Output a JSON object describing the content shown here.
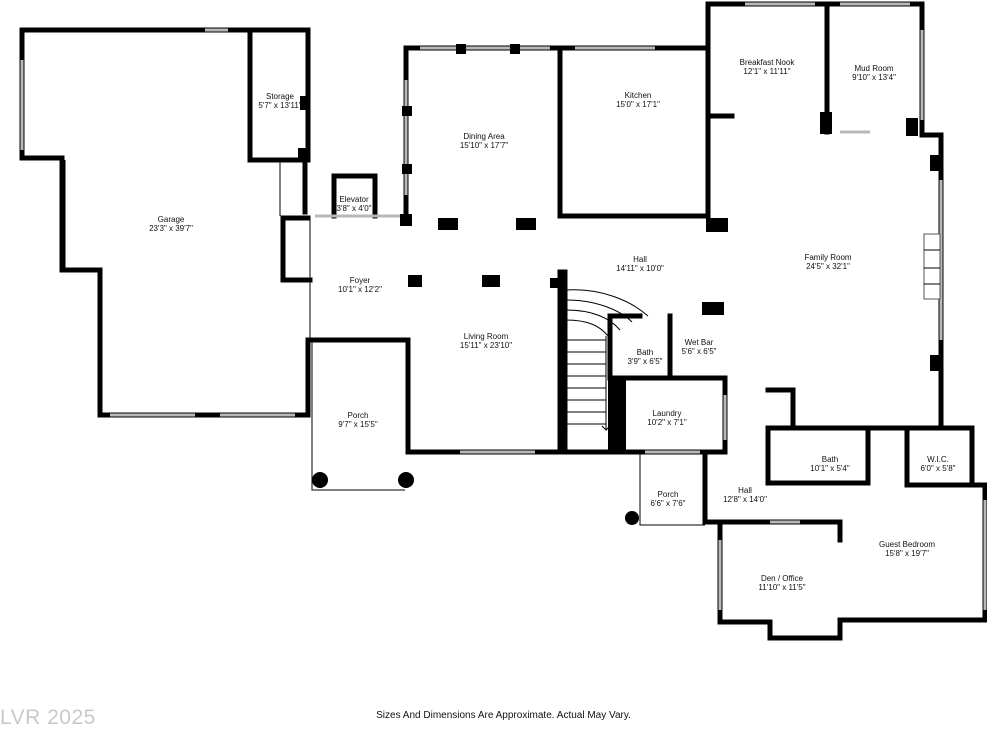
{
  "watermark": "LVR 2025",
  "disclaimer": "Sizes And Dimensions Are Approximate. Actual May Vary.",
  "rooms": [
    {
      "id": "garage",
      "name": "Garage",
      "dims": "23'3\" x 39'7\""
    },
    {
      "id": "storage",
      "name": "Storage",
      "dims": "5'7\" x 13'11\""
    },
    {
      "id": "elevator",
      "name": "Elevator",
      "dims": "3'8\" x 4'0\""
    },
    {
      "id": "dining-area",
      "name": "Dining Area",
      "dims": "15'10\" x 17'7\""
    },
    {
      "id": "kitchen",
      "name": "Kitchen",
      "dims": "15'0\" x 17'1\""
    },
    {
      "id": "breakfast-nook",
      "name": "Breakfast Nook",
      "dims": "12'1\" x 11'11\""
    },
    {
      "id": "mud-room",
      "name": "Mud Room",
      "dims": "9'10\" x 13'4\""
    },
    {
      "id": "foyer",
      "name": "Foyer",
      "dims": "10'1\" x 12'2\""
    },
    {
      "id": "hall-main",
      "name": "Hall",
      "dims": "14'11\" x 10'0\""
    },
    {
      "id": "family-room",
      "name": "Family Room",
      "dims": "24'5\" x 32'1\""
    },
    {
      "id": "living-room",
      "name": "Living Room",
      "dims": "15'11\" x 23'10\""
    },
    {
      "id": "bath-small",
      "name": "Bath",
      "dims": "3'9\" x 6'5\""
    },
    {
      "id": "wet-bar",
      "name": "Wet Bar",
      "dims": "5'6\" x 6'5\""
    },
    {
      "id": "porch-front",
      "name": "Porch",
      "dims": "9'7\" x 15'5\""
    },
    {
      "id": "laundry",
      "name": "Laundry",
      "dims": "10'2\" x 7'1\""
    },
    {
      "id": "bath-guest",
      "name": "Bath",
      "dims": "10'1\" x 5'4\""
    },
    {
      "id": "wic",
      "name": "W.I.C.",
      "dims": "6'0\" x 5'8\""
    },
    {
      "id": "porch-side",
      "name": "Porch",
      "dims": "6'6\" x 7'6\""
    },
    {
      "id": "hall-guest",
      "name": "Hall",
      "dims": "12'8\" x 14'0\""
    },
    {
      "id": "guest-bedroom",
      "name": "Guest Bedroom",
      "dims": "15'8\" x 19'7\""
    },
    {
      "id": "den-office",
      "name": "Den / Office",
      "dims": "11'10\" x 11'5\""
    }
  ]
}
